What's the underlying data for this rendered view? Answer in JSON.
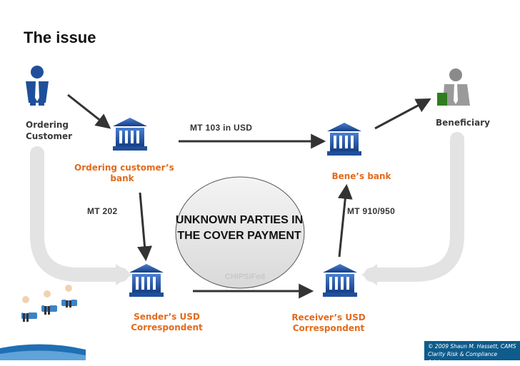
{
  "title": "The issue",
  "nodes": {
    "ordering_customer": "Ordering\nCustomer",
    "beneficiary": "Beneficiary",
    "ordering_customers_bank": "Ordering customer’s\nbank",
    "benes_bank": "Bene’s bank",
    "senders_usd_correspondent": "Sender’s USD Correspondent",
    "receivers_usd_correspondent": "Receiver’s USD\nCorrespondent"
  },
  "messages": {
    "mt103": "MT 103 in USD",
    "mt202": "MT 202",
    "mt910": "MT 910/950"
  },
  "center": {
    "text": "UNKNOWN PARTIES IN THE COVER PAYMENT",
    "faded": "CHIPS/Fed"
  },
  "footer": {
    "line1": "© 2009 Shaun M. Hassett, CAMS",
    "line2": "Clarity Risk & Compliance Advisors"
  },
  "colors": {
    "orange_label": "#e26a1b",
    "bank_blue": "#1f4f9a",
    "footer_bg": "#0d5c8c"
  }
}
